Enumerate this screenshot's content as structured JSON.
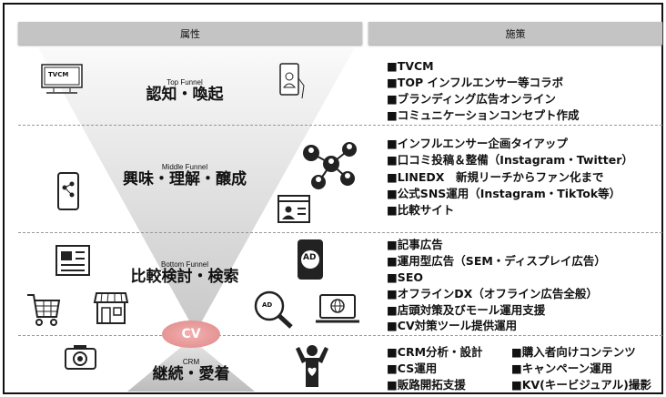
{
  "header": {
    "left": "属性",
    "right": "施策"
  },
  "stages": [
    {
      "en": "Top Funnel",
      "jp": "認知・喚起"
    },
    {
      "en": "Middle Funnel",
      "jp": "興味・理解・醸成"
    },
    {
      "en": "Bottom Funnel",
      "jp": "比較検討・検索"
    },
    {
      "en": "CRM",
      "jp": "継続・愛着"
    }
  ],
  "cv": "CV",
  "icons": {
    "tv": "TVCM",
    "ad1": "AD",
    "ad2": "AD"
  },
  "measures": {
    "top": [
      "■TVCM",
      "■TOP インフルエンサー等コラボ",
      "■ブランディング広告オンライン",
      "■コミュニケーションコンセプト作成"
    ],
    "middle": [
      "■インフルエンサー企画タイアップ",
      "■口コミ投稿＆整備（Instagram・Twitter）",
      "■LINEDX　新規リーチからファン化まで",
      "■公式SNS運用（Instagram・TikTok等）",
      "■比較サイト"
    ],
    "bottom": [
      "■記事広告",
      "■運用型広告（SEM・ディスプレイ広告）",
      "■SEO",
      "■オフラインDX（オフライン広告全般）",
      "■店頭対策及びモール運用支援",
      "■CV対策ツール提供運用"
    ],
    "crm_left": [
      "■CRM分析・設計",
      "■CS運用",
      "■販路開拓支援"
    ],
    "crm_right": [
      "■購入者向けコンテンツ",
      "■キャンペーン運用",
      "■KV(キービジュアル)撮影"
    ]
  }
}
